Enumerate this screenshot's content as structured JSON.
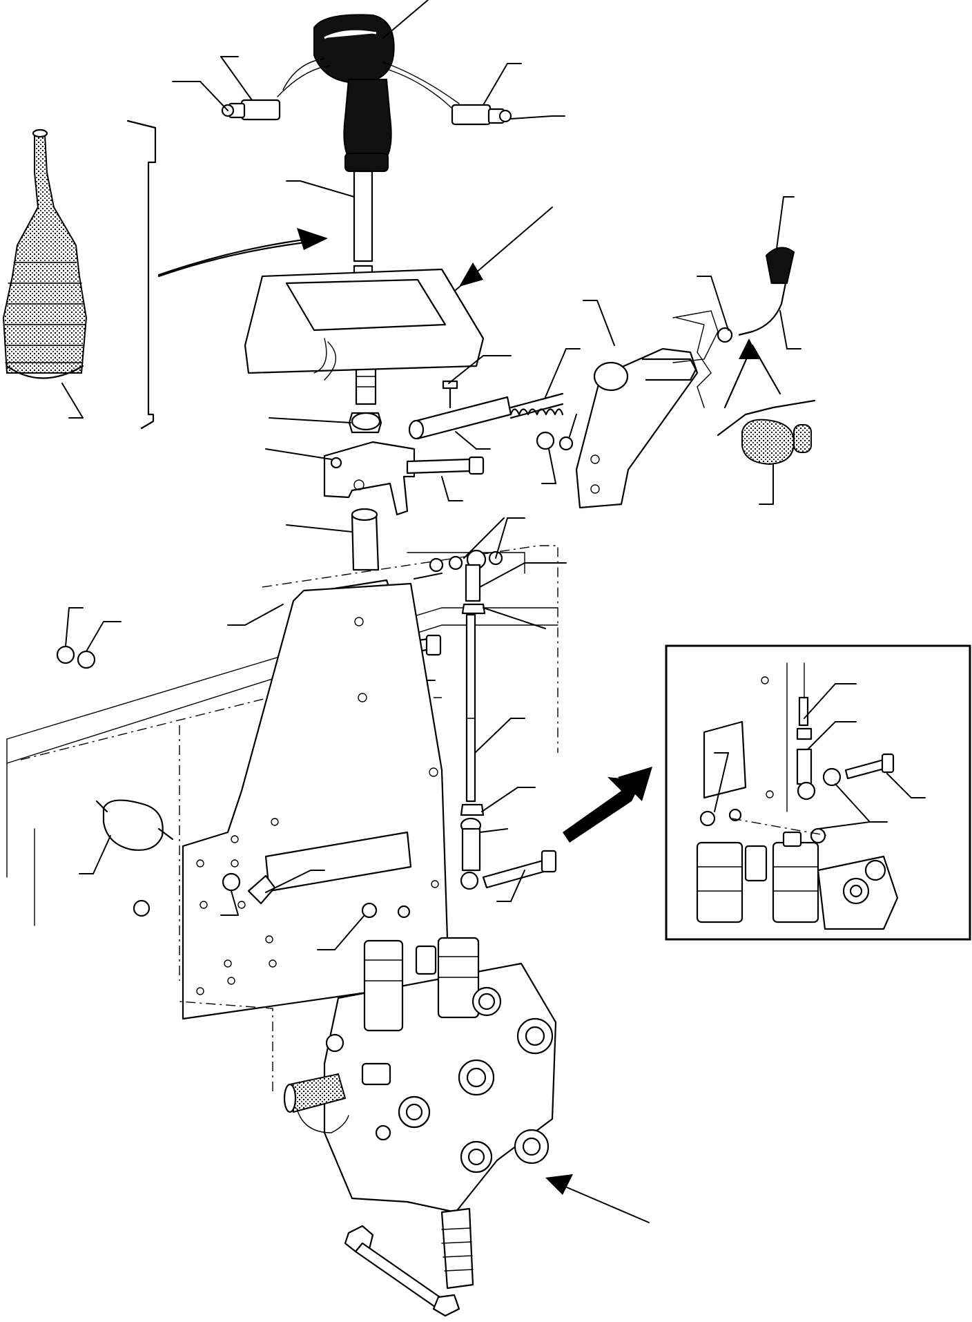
{
  "diagram": {
    "type": "exploded-parts-view",
    "callouts_printed": false,
    "parts": [
      "control-lever-knob",
      "knob-switch-left",
      "knob-switch-right",
      "lever-shaft",
      "rubber-gaiter",
      "console-cover",
      "handle-lever",
      "pivot-pin",
      "spring",
      "ball-joint",
      "mounting-bracket",
      "connecting-rod",
      "mounting-plate",
      "anti-vibration-mount",
      "control-valve",
      "detail-inset",
      "long-bolt"
    ]
  }
}
